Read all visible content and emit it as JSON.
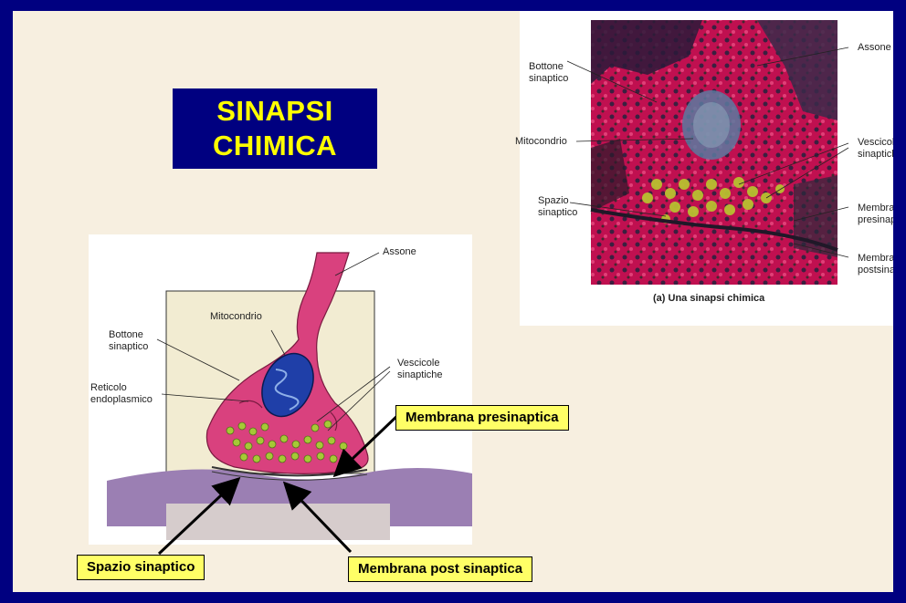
{
  "slide": {
    "title_line1": "SINAPSI",
    "title_line2": "CHIMICA"
  },
  "diagram": {
    "labels": {
      "assone": "Assone",
      "mitocondrio": "Mitocondrio",
      "bottone": "Bottone\nsinaptico",
      "reticolo": "Reticolo\nendoplasmico",
      "vescicole": "Vescicole\nsinaptiche"
    },
    "callouts": {
      "membrana_presinaptica": "Membrana presinaptica",
      "spazio_sinaptico": "Spazio sinaptico",
      "membrana_post": "Membrana post sinaptica"
    }
  },
  "photo": {
    "labels": {
      "bottone": "Bottone\nsinaptico",
      "mitocondrio": "Mitocondrio",
      "spazio": "Spazio\nsinaptico",
      "assone": "Assone",
      "vescicole": "Vescicole\nsinaptiche",
      "membrana_pre": "Membrana\npresinaptica",
      "membrana_post": "Membrana\npostsinaptica"
    },
    "caption": "(a) Una sinapsi chimica"
  },
  "colors": {
    "background_frame": "#000080",
    "slide_bg": "#f7efe0",
    "title_text": "#ffff00",
    "callout_bg": "#ffff66",
    "terminal_pink": "#d9417e",
    "vesicle_green": "#a6c936",
    "mitochondrion_blue": "#1f3fa8",
    "postsynaptic_purple": "#9b7fb3"
  }
}
